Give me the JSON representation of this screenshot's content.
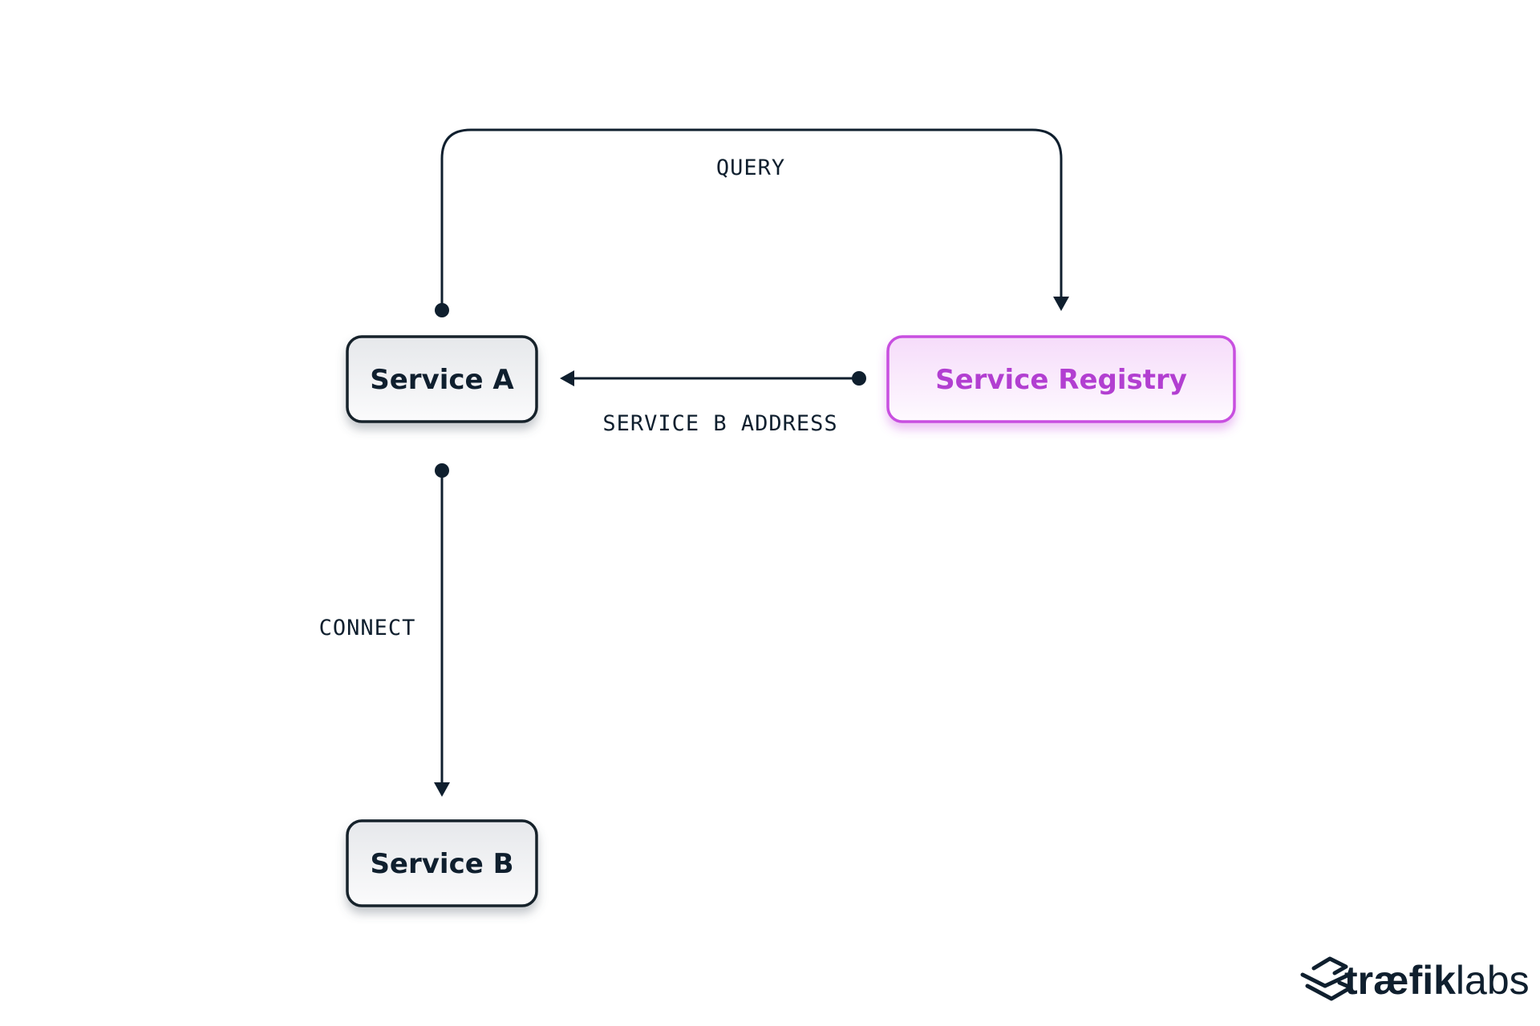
{
  "colors": {
    "ink": "#0f1f2e",
    "registry_accent": "#b23fd1",
    "node_border": "#14202c",
    "registry_border": "#c84fe0"
  },
  "nodes": {
    "service_a": {
      "label": "Service A"
    },
    "service_registry": {
      "label": "Service Registry"
    },
    "service_b": {
      "label": "Service B"
    }
  },
  "edges": {
    "query": {
      "label": "QUERY"
    },
    "address": {
      "label": "SERVICE B ADDRESS"
    },
    "connect": {
      "label": "CONNECT"
    }
  },
  "logo": {
    "word_primary": "træfik",
    "word_secondary": "labs",
    "icon": "traefik-logo-icon"
  }
}
